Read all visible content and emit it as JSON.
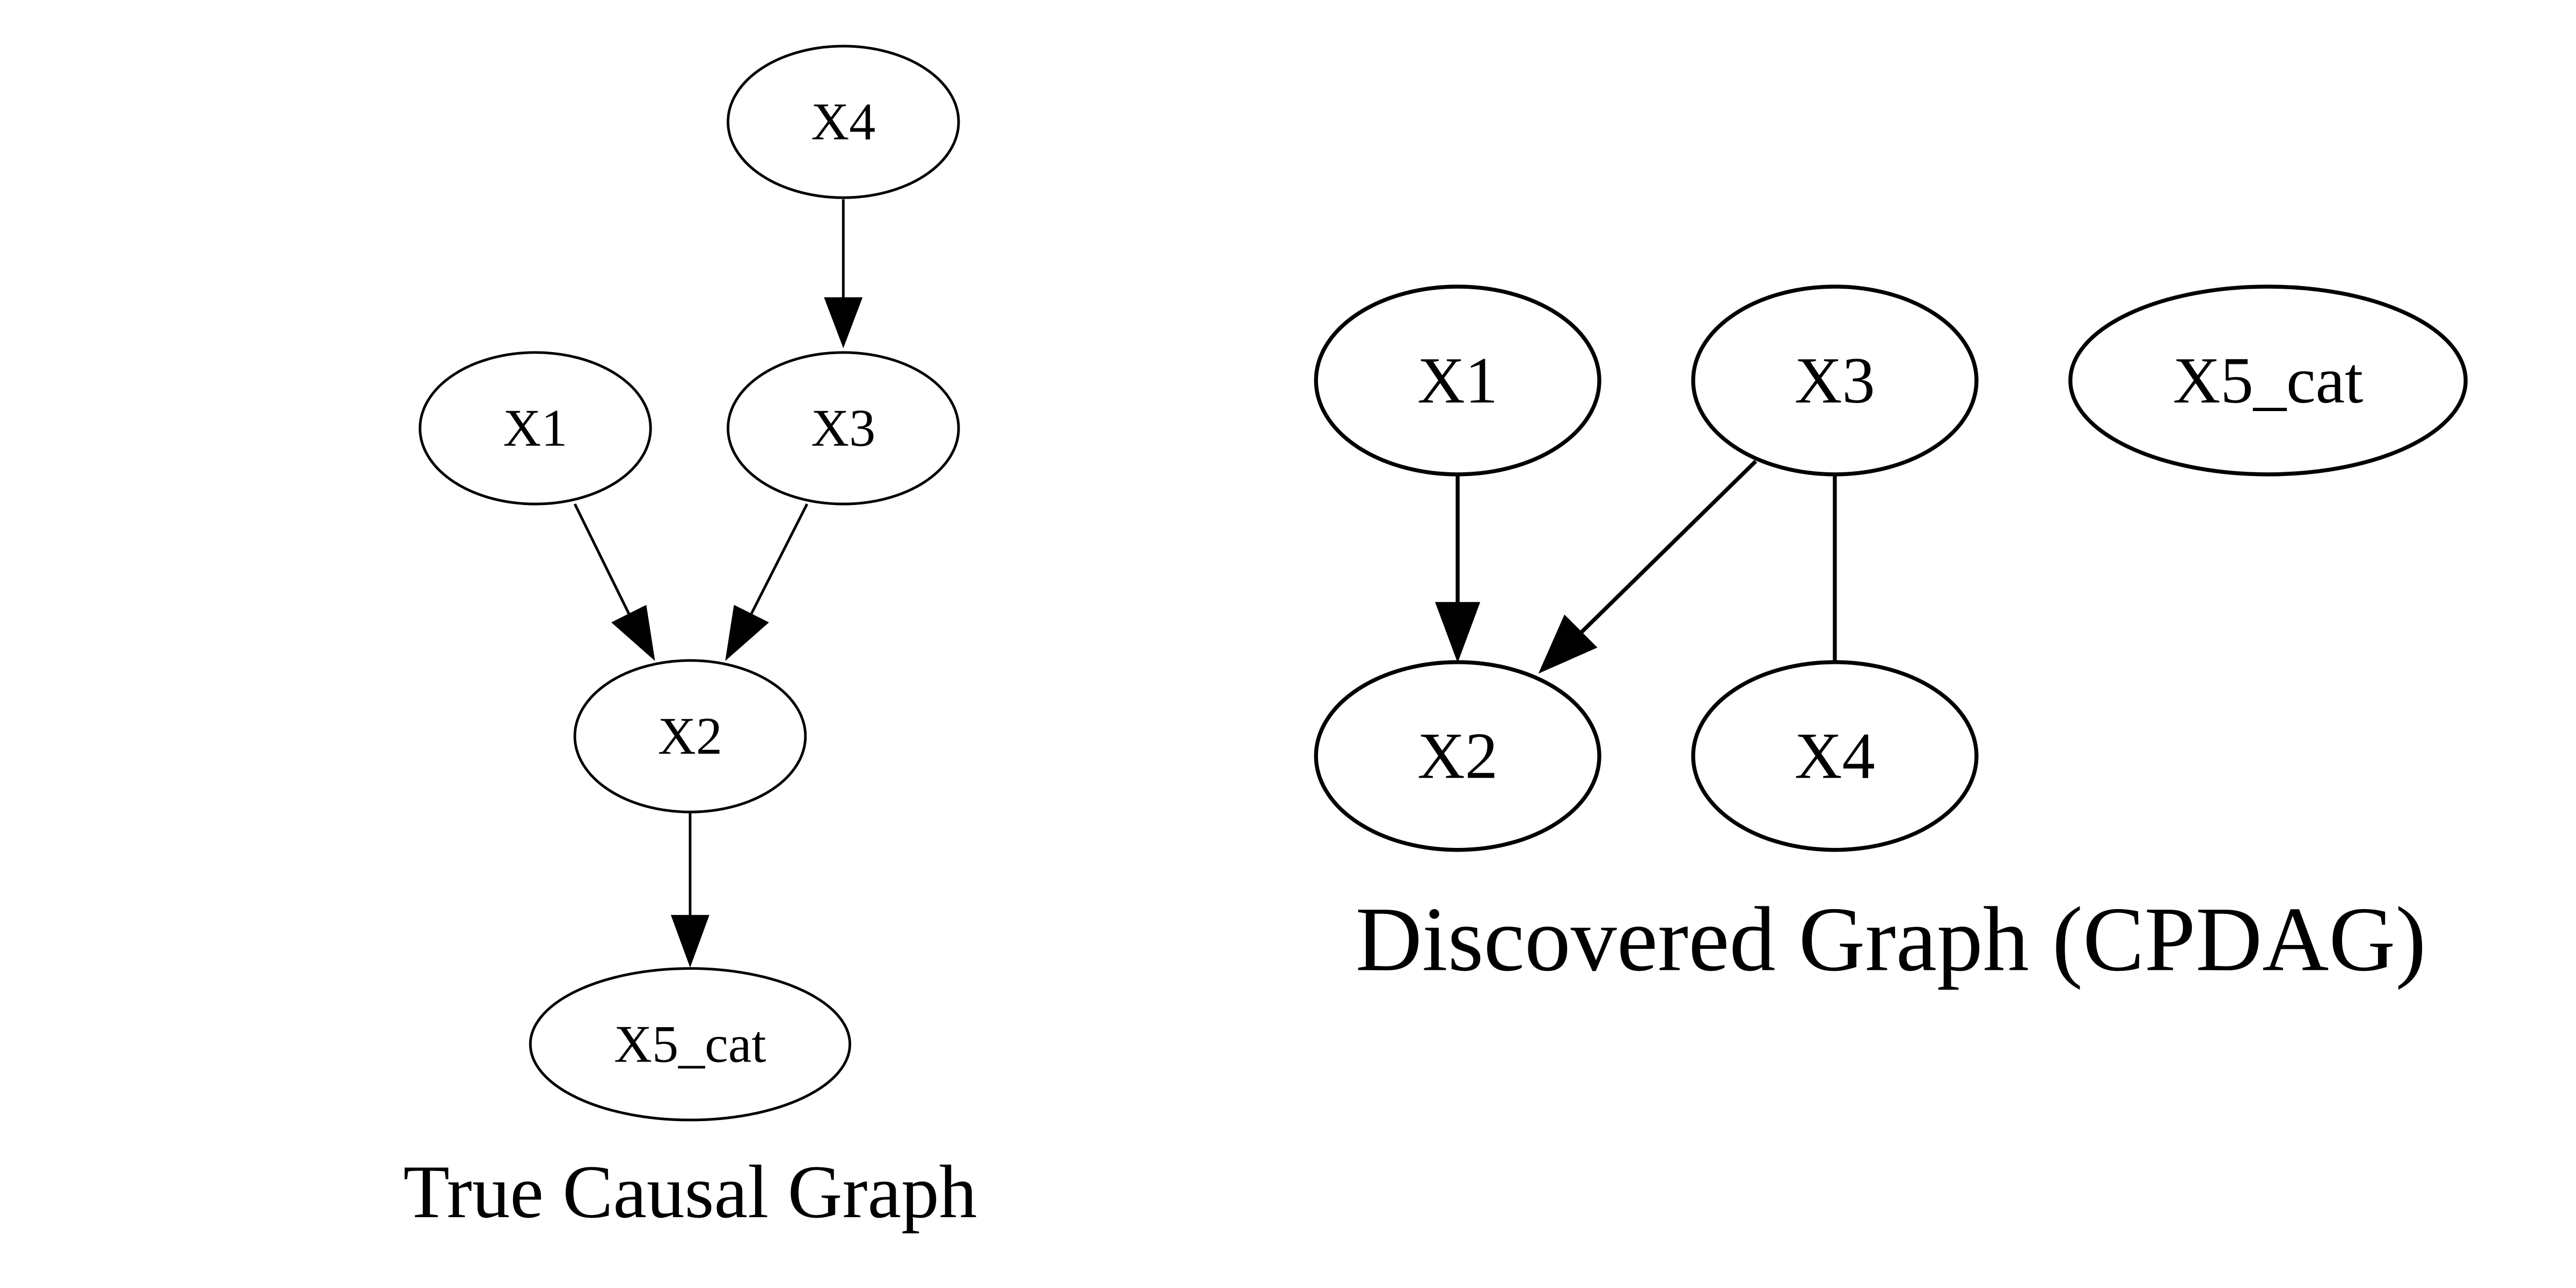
{
  "true_graph": {
    "caption": "True Causal Graph",
    "nodes": {
      "x4": "X4",
      "x1": "X1",
      "x3": "X3",
      "x2": "X2",
      "x5": "X5_cat"
    },
    "edges": [
      {
        "from": "X4",
        "to": "X3",
        "type": "directed"
      },
      {
        "from": "X1",
        "to": "X2",
        "type": "directed"
      },
      {
        "from": "X3",
        "to": "X2",
        "type": "directed"
      },
      {
        "from": "X2",
        "to": "X5_cat",
        "type": "directed"
      }
    ]
  },
  "discovered_graph": {
    "caption": "Discovered Graph (CPDAG)",
    "nodes": {
      "x1": "X1",
      "x3": "X3",
      "x5": "X5_cat",
      "x2": "X2",
      "x4": "X4"
    },
    "edges": [
      {
        "from": "X1",
        "to": "X2",
        "type": "directed"
      },
      {
        "from": "X3",
        "to": "X2",
        "type": "directed"
      },
      {
        "from": "X3",
        "to": "X4",
        "type": "undirected"
      }
    ]
  }
}
